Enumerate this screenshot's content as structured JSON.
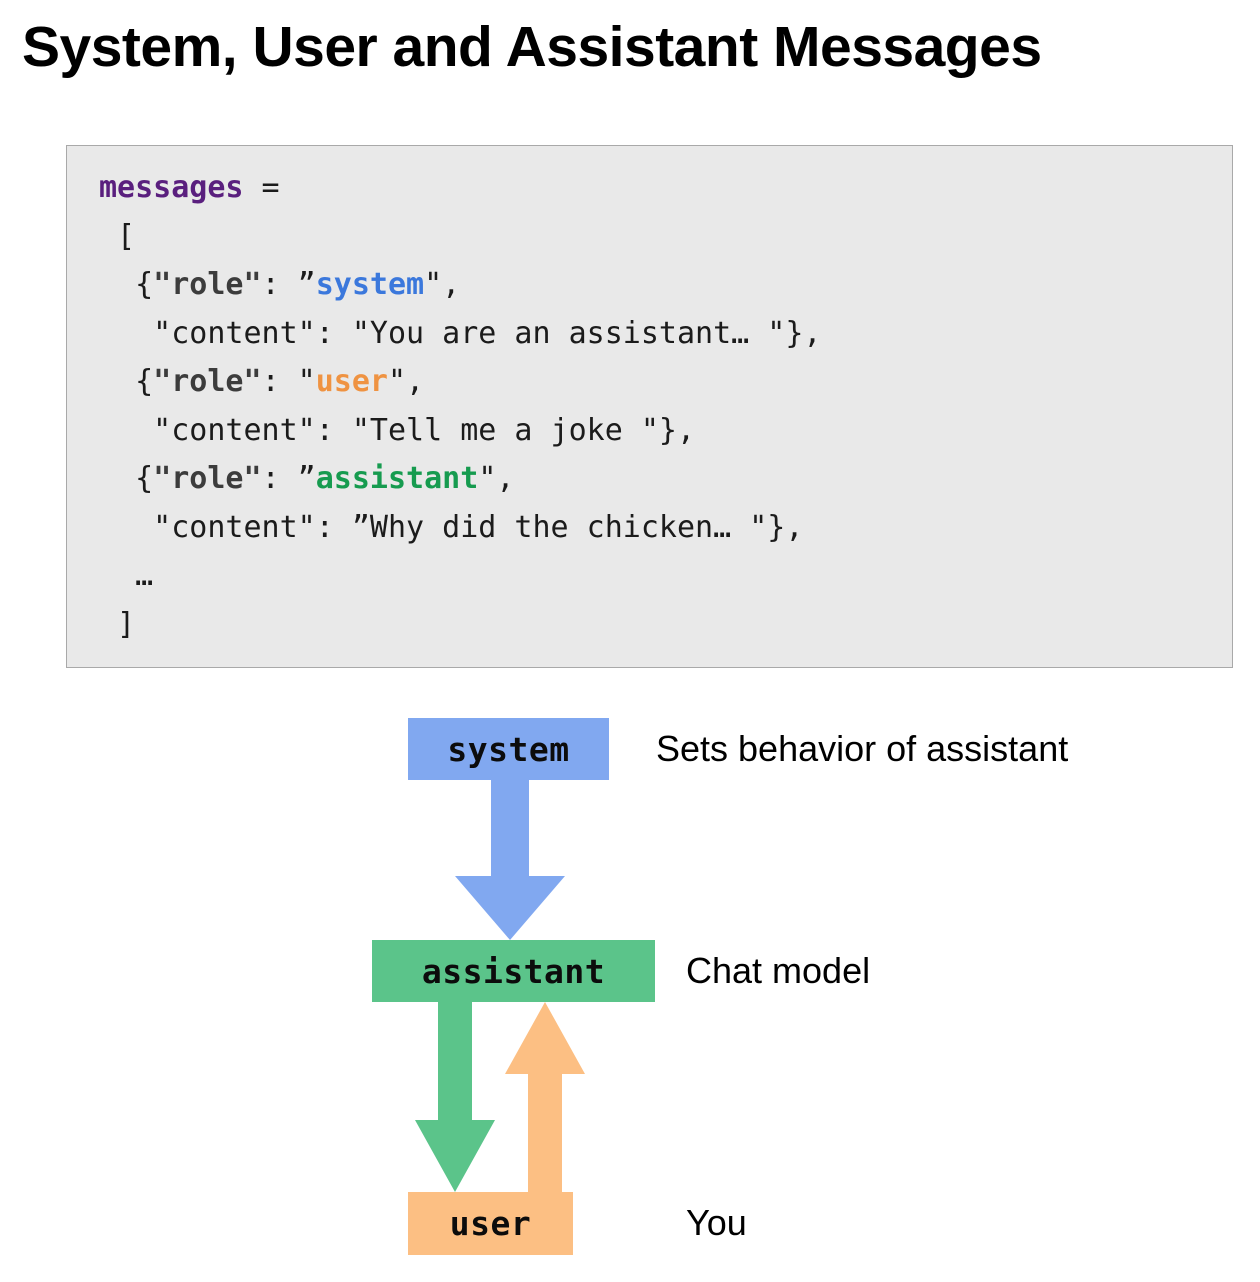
{
  "slide": {
    "title": "System, User and Assistant Messages"
  },
  "code": {
    "language": "python",
    "lines": [
      [
        {
          "t": "messages",
          "c": "var"
        },
        {
          "t": " =",
          "c": "plain"
        }
      ],
      [
        {
          "t": " [",
          "c": "plain"
        }
      ],
      [
        {
          "t": "  {",
          "c": "plain"
        },
        {
          "t": "\"role\"",
          "c": "key"
        },
        {
          "t": ": ”",
          "c": "plain"
        },
        {
          "t": "system",
          "c": "system"
        },
        {
          "t": "\",",
          "c": "plain"
        }
      ],
      [
        {
          "t": "   \"content\": \"You are an assistant… \"},",
          "c": "plain"
        }
      ],
      [
        {
          "t": "  {",
          "c": "plain"
        },
        {
          "t": "\"role\"",
          "c": "key"
        },
        {
          "t": ": \"",
          "c": "plain"
        },
        {
          "t": "user",
          "c": "user"
        },
        {
          "t": "\",",
          "c": "plain"
        }
      ],
      [
        {
          "t": "   \"content\": \"Tell me a joke \"},",
          "c": "plain"
        }
      ],
      [
        {
          "t": "  {",
          "c": "plain"
        },
        {
          "t": "\"role\"",
          "c": "key"
        },
        {
          "t": ": ”",
          "c": "plain"
        },
        {
          "t": "assistant",
          "c": "assistant"
        },
        {
          "t": "\",",
          "c": "plain"
        }
      ],
      [
        {
          "t": "   \"content\": ”Why did the chicken… \"},",
          "c": "plain"
        }
      ],
      [
        {
          "t": "  …",
          "c": "plain"
        }
      ],
      [
        {
          "t": " ]",
          "c": "plain"
        }
      ]
    ]
  },
  "diagram": {
    "boxes": {
      "system": {
        "label": "system",
        "caption": "Sets behavior of assistant",
        "color": "#81a8f0"
      },
      "assistant": {
        "label": "assistant",
        "caption": "Chat model",
        "color": "#5bc48a"
      },
      "user": {
        "label": "user",
        "caption": "You",
        "color": "#fcbf83"
      }
    },
    "arrows": [
      {
        "name": "system-to-assistant",
        "from": "system",
        "to": "assistant",
        "direction": "down",
        "color": "#81a8f0"
      },
      {
        "name": "assistant-to-user",
        "from": "assistant",
        "to": "user",
        "direction": "down",
        "color": "#5bc48a"
      },
      {
        "name": "user-to-assistant",
        "from": "user",
        "to": "assistant",
        "direction": "up",
        "color": "#fcbf83"
      }
    ]
  },
  "colors": {
    "system": "#81a8f0",
    "assistant": "#5bc48a",
    "user": "#fcbf83",
    "code_background": "#e9e9e9",
    "code_border": "#a9a9a9",
    "variable_token": "#5a1f7e",
    "page_background": "#ffffff"
  }
}
